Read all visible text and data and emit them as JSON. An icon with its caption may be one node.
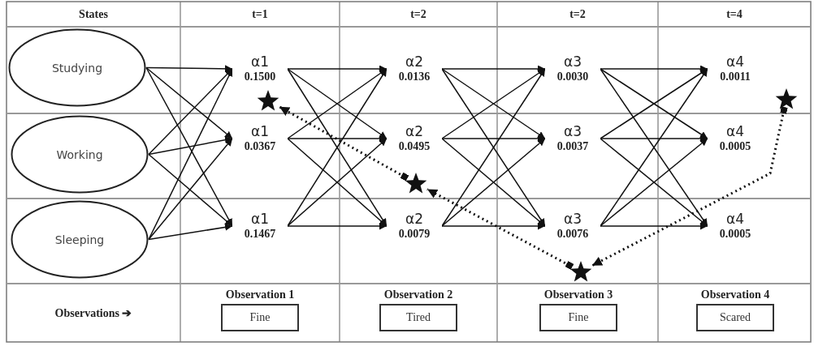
{
  "diagram": {
    "nodes": [
      {
        "text": [
          "Studying"
        ]
      },
      {
        "text": [
          "Working"
        ]
      },
      {
        "text": [
          "Sleeping"
        ]
      },
      {
        "text": [
          "α1",
          "0.1500"
        ]
      },
      {
        "text": [
          "α1",
          "0.0367"
        ]
      },
      {
        "text": [
          "α1",
          "0.1467"
        ]
      },
      {
        "text": [
          "α2",
          "0.0136"
        ]
      },
      {
        "text": [
          "α2",
          "0.0495"
        ]
      },
      {
        "text": [
          "α2",
          "0.0079"
        ]
      },
      {
        "text": [
          "α3",
          "0.0030"
        ]
      },
      {
        "text": [
          "α3",
          "0.0037"
        ]
      },
      {
        "text": [
          "α3",
          "0.0076"
        ]
      },
      {
        "text": [
          "α4",
          "0.0011"
        ]
      },
      {
        "text": [
          "α4",
          "0.0005"
        ]
      },
      {
        "text": [
          "α4",
          "0.0005"
        ]
      },
      {
        "text": [],
        "shape": "star"
      },
      {
        "text": [],
        "shape": "star"
      },
      {
        "text": [],
        "shape": "star"
      },
      {
        "text": [],
        "shape": "star"
      },
      {
        "text": [
          "Observation 1",
          "Fine"
        ]
      },
      {
        "text": [
          "Observation 2",
          "Tired"
        ]
      },
      {
        "text": [
          "Observation 3",
          "Fine"
        ]
      },
      {
        "text": [
          "Observation 4",
          "Scared"
        ]
      }
    ],
    "edges": [
      {
        "from": 0,
        "to": 3,
        "arrow": "to"
      },
      {
        "from": 0,
        "to": 4,
        "arrow": "to"
      },
      {
        "from": 0,
        "to": 5,
        "arrow": "to"
      },
      {
        "from": 1,
        "to": 3,
        "arrow": "to"
      },
      {
        "from": 1,
        "to": 4,
        "arrow": "to"
      },
      {
        "from": 1,
        "to": 5,
        "arrow": "to"
      },
      {
        "from": 2,
        "to": 3,
        "arrow": "to"
      },
      {
        "from": 2,
        "to": 4,
        "arrow": "to"
      },
      {
        "from": 2,
        "to": 5,
        "arrow": "to"
      },
      {
        "from": 3,
        "to": 6,
        "arrow": "to"
      },
      {
        "from": 3,
        "to": 7,
        "arrow": "to"
      },
      {
        "from": 3,
        "to": 8,
        "arrow": "to"
      },
      {
        "from": 4,
        "to": 6,
        "arrow": "to"
      },
      {
        "from": 4,
        "to": 7,
        "arrow": "to"
      },
      {
        "from": 4,
        "to": 8,
        "arrow": "to"
      },
      {
        "from": 5,
        "to": 6,
        "arrow": "to"
      },
      {
        "from": 5,
        "to": 7,
        "arrow": "to"
      },
      {
        "from": 5,
        "to": 8,
        "arrow": "to"
      },
      {
        "from": 6,
        "to": 9,
        "arrow": "to"
      },
      {
        "from": 6,
        "to": 10,
        "arrow": "to"
      },
      {
        "from": 6,
        "to": 11,
        "arrow": "to"
      },
      {
        "from": 7,
        "to": 9,
        "arrow": "to"
      },
      {
        "from": 7,
        "to": 10,
        "arrow": "to"
      },
      {
        "from": 7,
        "to": 11,
        "arrow": "to"
      },
      {
        "from": 8,
        "to": 9,
        "arrow": "to"
      },
      {
        "from": 8,
        "to": 10,
        "arrow": "to"
      },
      {
        "from": 8,
        "to": 11,
        "arrow": "to"
      },
      {
        "from": 9,
        "to": 12,
        "arrow": "to"
      },
      {
        "from": 9,
        "to": 13,
        "arrow": "to"
      },
      {
        "from": 9,
        "to": 14,
        "arrow": "to"
      },
      {
        "from": 10,
        "to": 12,
        "arrow": "to"
      },
      {
        "from": 10,
        "to": 13,
        "arrow": "to"
      },
      {
        "from": 10,
        "to": 14,
        "arrow": "to"
      },
      {
        "from": 11,
        "to": 12,
        "arrow": "to"
      },
      {
        "from": 11,
        "to": 13,
        "arrow": "to"
      },
      {
        "from": 11,
        "to": 14,
        "arrow": "to"
      },
      {
        "from": 18,
        "to": 17,
        "arrow": "to",
        "style": "dashed"
      },
      {
        "from": 17,
        "to": 16,
        "arrow": "to",
        "style": "dashed"
      },
      {
        "from": 16,
        "to": 15,
        "arrow": "to",
        "style": "dashed"
      }
    ],
    "labels": [
      "States",
      "t=1",
      "t=2",
      "t=2",
      "t=4",
      "Observations ➔"
    ]
  }
}
